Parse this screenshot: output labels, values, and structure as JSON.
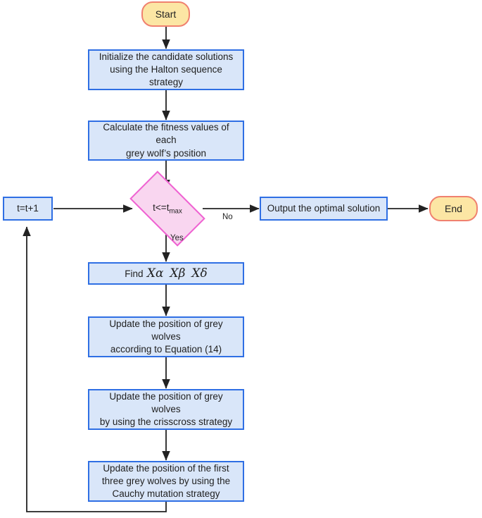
{
  "diagram": {
    "title": "Improved Grey Wolf Optimizer flowchart",
    "colors": {
      "terminator_fill": "#fce6a4",
      "terminator_border": "#f0816f",
      "process_fill": "#d9e6f9",
      "process_border": "#2f6fe4",
      "decision_fill": "#f9d6f0",
      "decision_border": "#ef62d2",
      "edge": "#222222",
      "background": "#ffffff"
    },
    "nodes": {
      "start": {
        "label": "Start",
        "shape": "terminator"
      },
      "init": {
        "line1": "Initialize the candidate solutions",
        "line2": "using the Halton sequence strategy",
        "shape": "process"
      },
      "fitness": {
        "line1": "Calculate the fitness values of each",
        "line2": "grey wolf’s position",
        "shape": "process"
      },
      "counter": {
        "label": "t=t+1",
        "shape": "process"
      },
      "decision": {
        "label_main": "t<=t",
        "label_sub": "max",
        "shape": "decision"
      },
      "output": {
        "label": "Output the optimal solution",
        "shape": "process"
      },
      "end": {
        "label": "End",
        "shape": "terminator"
      },
      "find": {
        "lead": "Find",
        "x1": "X",
        "g1": "α",
        "x2": "X",
        "g2": "β",
        "x3": "X",
        "g3": "δ",
        "shape": "process"
      },
      "update_eq": {
        "line1": "Update the position of grey wolves",
        "line2": "according to Equation (14)",
        "shape": "process"
      },
      "update_crisscross": {
        "line1": "Update the position of grey wolves",
        "line2": "by using the crisscross strategy",
        "shape": "process"
      },
      "update_cauchy": {
        "line1": "Update the position of the first",
        "line2": "three grey wolves by using the",
        "line3": "Cauchy mutation strategy",
        "shape": "process"
      }
    },
    "edge_labels": {
      "yes": "Yes",
      "no": "No"
    }
  }
}
